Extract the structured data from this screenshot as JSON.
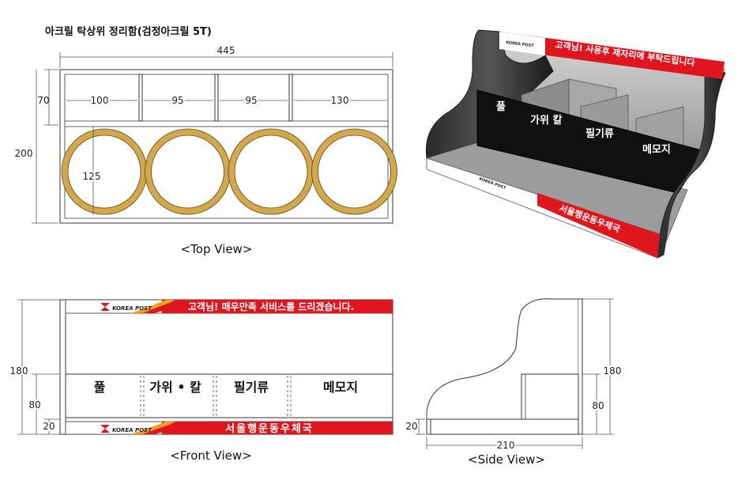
{
  "title": "아크릴 탁상위 정리함(검정아크릴 5T)",
  "top_view": {
    "caption": "<Top View>",
    "width": "445",
    "row_height": "70",
    "total_height": "200",
    "compartments": [
      "100",
      "95",
      "95",
      "130"
    ],
    "circle_diameter": "125",
    "circle_count": 4
  },
  "front_view": {
    "caption": "<Front View>",
    "height": "180",
    "mid_height": "80",
    "base_height": "20",
    "top_banner": "고객님! 매우만족 서비스를 드리겠습니다.",
    "bottom_banner": "서울행운동우체국",
    "logo": "KOREA POST",
    "labels": [
      "풀",
      "가위 • 칼",
      "필기류",
      "메모지"
    ]
  },
  "side_view": {
    "caption": "<Side View>",
    "depth": "210",
    "height": "180",
    "mid_height": "80",
    "base_height": "20"
  },
  "perspective": {
    "banner": "고객님! 사용후 제자리에 부탁드립니다",
    "bottom_banner": "서울행운동우체국",
    "logo": "KOREA POST",
    "labels": [
      "풀",
      "가위 칼",
      "필기류",
      "메모지"
    ]
  },
  "colors": {
    "banner_red": "#e0161e",
    "ring_gold": "#d3a84a",
    "acrylic_black": "#111111"
  }
}
